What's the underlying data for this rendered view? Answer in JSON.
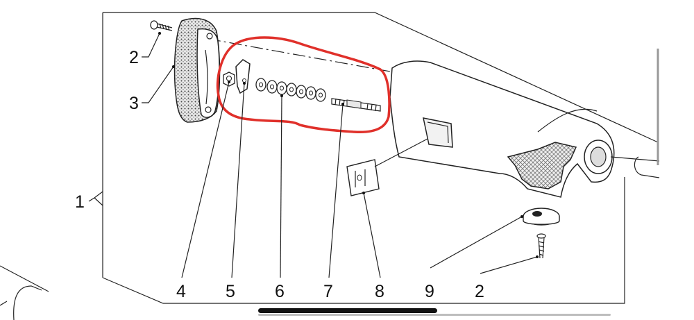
{
  "labels": {
    "l1": "1",
    "l2_top": "2",
    "l3": "3",
    "l4": "4",
    "l5": "5",
    "l6": "6",
    "l7": "7",
    "l8": "8",
    "l9": "9",
    "l2_bottom": "2"
  },
  "colors": {
    "highlight": "#e0302a",
    "ink": "#222222",
    "home_indicator": "#111111"
  }
}
